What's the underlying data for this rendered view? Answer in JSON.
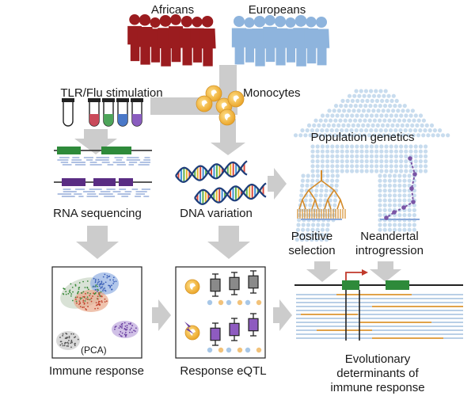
{
  "groups": {
    "africans": "Africans",
    "europeans": "Europeans"
  },
  "labels": {
    "stimulation": "TLR/Flu stimulation",
    "monocytes": "Monocytes",
    "population_genetics": "Population genetics",
    "rna_sequencing": "RNA sequencing",
    "dna_variation": "DNA variation",
    "positive_selection_l1": "Positive",
    "positive_selection_l2": "selection",
    "neandertal_l1": "Neandertal",
    "neandertal_l2": "introgression",
    "pca": "(PCA)",
    "immune_response": "Immune response",
    "response_eqtl": "Response eQTL",
    "evo_l1": "Evolutionary",
    "evo_l2": "determinants of",
    "evo_l3": "immune response"
  },
  "colors": {
    "africans": "#9b1c1f",
    "europeans": "#8eb4dd",
    "arrow": "#cccccc",
    "monocyte": "#f2b531",
    "positive_selection": "#d48b2a",
    "neandertal": "#7a55a6",
    "gene_green": "#2e8a3a",
    "gene_purple": "#5a2d83"
  }
}
